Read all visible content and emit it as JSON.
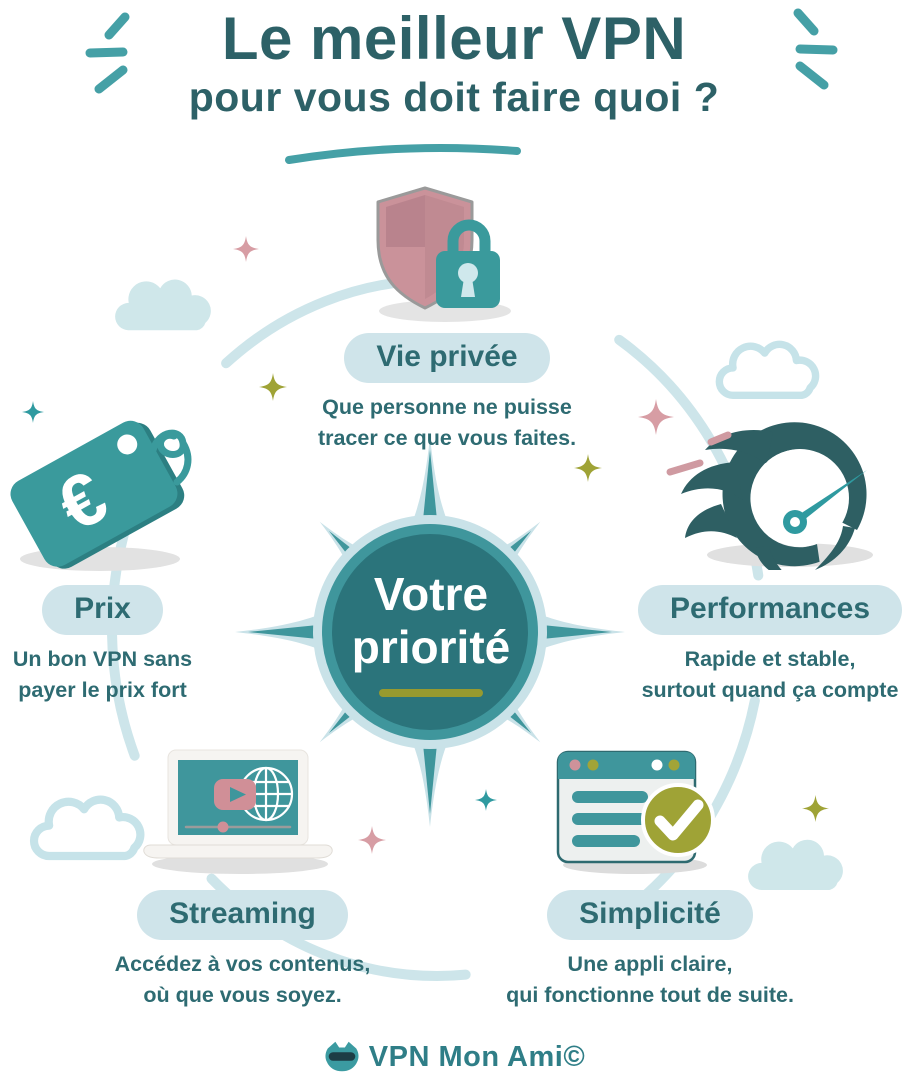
{
  "header": {
    "title_prefix": "Le ",
    "title_emphasis": "meilleur VPN",
    "subtitle": "pour vous doit faire quoi ?"
  },
  "center": {
    "line1": "Votre",
    "line2": "priorité"
  },
  "nodes": {
    "privacy": {
      "label": "Vie privée",
      "desc1": "Que personne ne puisse",
      "desc2": "tracer ce que vous faites."
    },
    "performance": {
      "label": "Performances",
      "desc1": "Rapide et stable,",
      "desc2": "surtout quand ça compte"
    },
    "simplicity": {
      "label": "Simplicité",
      "desc1": "Une appli claire,",
      "desc2": "qui fonctionne tout de suite."
    },
    "streaming": {
      "label": "Streaming",
      "desc1": "Accédez à vos contenus,",
      "desc2": "où que vous soyez."
    },
    "price": {
      "label": "Prix",
      "desc1": "Un bon VPN sans",
      "desc2": "payer le prix fort",
      "currency_symbol": "€"
    }
  },
  "footer": {
    "brand": "VPN Mon Ami©"
  },
  "icons": {
    "privacy": "shield-lock-icon",
    "performance": "speedometer-icon",
    "simplicity": "app-window-check-icon",
    "streaming": "laptop-streaming-icon",
    "price": "price-tag-icon",
    "center": "compass-rose-icon",
    "brand": "cat-logo-icon",
    "decorations": [
      "cloud-icon",
      "sparkle-icon",
      "connector-ring"
    ]
  },
  "colors": {
    "dark_teal_text": "#2d6167",
    "ink_teal": "#2e6b72",
    "accent_teal": "#45a0a6",
    "icon_teal": "#3a9a9c",
    "deep_teal": "#2e5f63",
    "compass_inner": "#2b747b",
    "light_blue": "#cfe4ea",
    "pink": "#ca929a",
    "soft_pink": "#d08f97",
    "olive": "#9fa336",
    "shadow_gray": "#e2e2e2",
    "white": "#ffffff"
  }
}
